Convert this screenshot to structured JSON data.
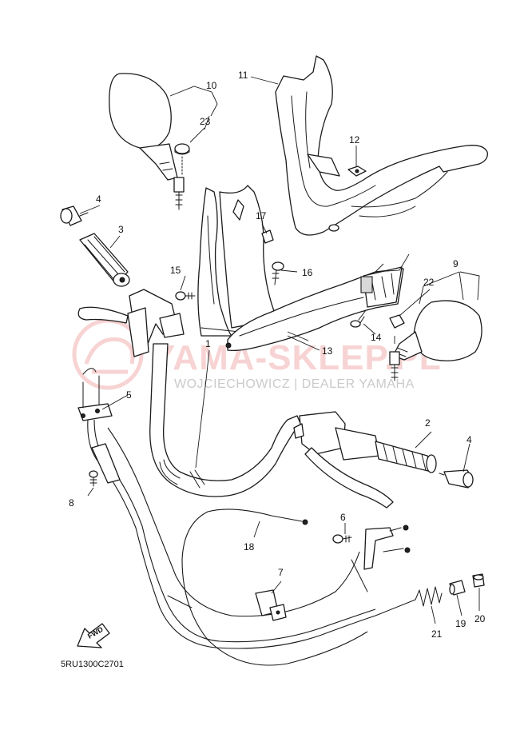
{
  "diagram_code": "5RU1300C2701",
  "fwd_label": "FWD",
  "watermark": {
    "brand": "YAMA-SKLEP.PL",
    "subtitle": "WOJCIECHOWICZ | DEALER YAMAHA"
  },
  "callouts": {
    "c1": "1",
    "c2": "2",
    "c3": "3",
    "c4a": "4",
    "c4b": "4",
    "c5": "5",
    "c6": "6",
    "c7": "7",
    "c8": "8",
    "c9": "9",
    "c10": "10",
    "c11": "11",
    "c12": "12",
    "c13": "13",
    "c14": "14",
    "c15": "15",
    "c16": "16",
    "c17": "17",
    "c18": "18",
    "c19": "19",
    "c20": "20",
    "c21": "21",
    "c22": "22",
    "c23": "23"
  }
}
